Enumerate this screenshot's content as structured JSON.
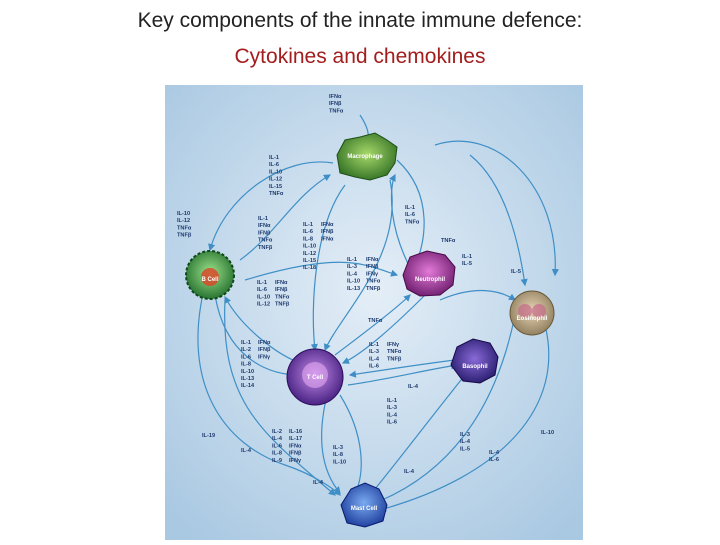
{
  "slide": {
    "title_line1": "Key components of the innate immune defence:",
    "title_line2": "Cytokines and chemokines"
  },
  "colors": {
    "title_line1": "#222222",
    "title_line2": "#a31d1d",
    "figure_background": "#bfd6ea",
    "arrow": "#3f8fc6",
    "label_text": "#1e3a6e",
    "macrophage": "#3e8a2c",
    "b_cell": "#2c8a3a",
    "neutrophil": "#8a2a8a",
    "eosinophil": "#b8a68a",
    "t_cell": "#6a3aa8",
    "basophil": "#4a2a9a",
    "mast_cell": "#2a5ac8"
  },
  "cells": {
    "macrophage": "Macrophage",
    "b_cell": "B Cell",
    "neutrophil": "Neutrophil",
    "eosinophil": "Eosinophil",
    "t_cell": "T Cell",
    "basophil": "Basophil",
    "mast_cell": "Mast Cell"
  },
  "labels": {
    "top_input": [
      "IFNα",
      "IFNβ",
      "TNFα"
    ],
    "macrophage_out": [
      "IL-1",
      "IL-6",
      "IL-10",
      "IL-12",
      "IL-15",
      "TNFα"
    ],
    "left_to_bcell": [
      "IL-10",
      "IL-12",
      "TNFα",
      "TNFβ"
    ],
    "to_bcell_from_tcell": [
      "IL-1",
      "IFNα",
      "IFNβ",
      "TNFα",
      "TNFβ"
    ],
    "mid_col1": [
      "IL-1",
      "IL-6",
      "IL-8",
      "IL-10",
      "IL-12",
      "IL-15",
      "IL-18"
    ],
    "mid_col2": [
      "IFNα",
      "IFNβ",
      "IFNα"
    ],
    "right_of_mac": [
      "IL-1",
      "IL-6",
      "TNFα"
    ],
    "tnfa_top": "TNFα",
    "neutro_in_col1": [
      "IL-1",
      "IL-3",
      "IL-4",
      "IL-10",
      "IL-13"
    ],
    "neutro_in_col2": [
      "IFNα",
      "IFNβ",
      "IFNγ",
      "TNFα",
      "TNFβ"
    ],
    "eos_in": [
      "IL-1",
      "IL-5"
    ],
    "il5_right": "IL-5",
    "bcell_out_col1": [
      "IL-1",
      "IL-6",
      "IL-10",
      "IL-12"
    ],
    "bcell_out_col2": [
      "IFNα",
      "IFNβ",
      "TNFα",
      "TNFβ"
    ],
    "tnfa_mid": "TNFα",
    "tcell_in_col1": [
      "IL-1",
      "IL-2",
      "IL-6",
      "IL-8",
      "IL-10",
      "IL-13",
      "IL-14"
    ],
    "tcell_in_col2": [
      "IFNα",
      "IFNβ",
      "IFNγ"
    ],
    "neutro_to_t_col1": [
      "IL-1",
      "IL-3",
      "IL-4",
      "IL-6"
    ],
    "neutro_to_t_col2": [
      "IFNγ",
      "TNFα",
      "TNFβ"
    ],
    "il4_baso": "IL-4",
    "baso_out": [
      "IL-1",
      "IL-3",
      "IL-4",
      "IL-6"
    ],
    "il19_left": "IL-19",
    "il4_left": "IL-4",
    "tcell_out_col1": [
      "IL-2",
      "IL-4",
      "IL-6",
      "IL-8",
      "IL-9"
    ],
    "tcell_out_col2": [
      "IL-16",
      "IL-17",
      "IFNα",
      "IFNβ",
      "IFNγ"
    ],
    "tcell_to_mast": [
      "IL-3",
      "IL-8",
      "IL-10"
    ],
    "il4_bottom": "IL-4",
    "il4_right_low": "IL-4",
    "right_to_mast": [
      "IL-3",
      "IL-4",
      "IL-5"
    ],
    "right_far": [
      "IL-4",
      "IL-6"
    ],
    "il10_right": "IL-10"
  }
}
